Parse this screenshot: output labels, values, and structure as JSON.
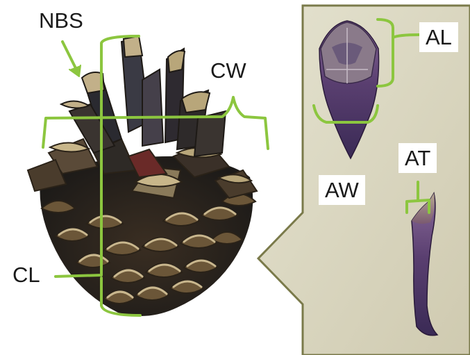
{
  "labels": {
    "nbs": "NBS",
    "cw": "CW",
    "cl": "CL",
    "al": "AL",
    "aw": "AW",
    "at": "AT"
  },
  "colors": {
    "bracket": "#8cc63f",
    "callout_fill": "#d6d3bd",
    "callout_border": "#7a7a4a",
    "scale_brown": "#6b5638",
    "scale_tan": "#c2b089",
    "scale_dark": "#2a2a2e",
    "scale_purple": "#6a4a78"
  },
  "icons": [
    "pine-cone-image",
    "cone-scale-apophysis-image",
    "cone-scale-side-image"
  ]
}
